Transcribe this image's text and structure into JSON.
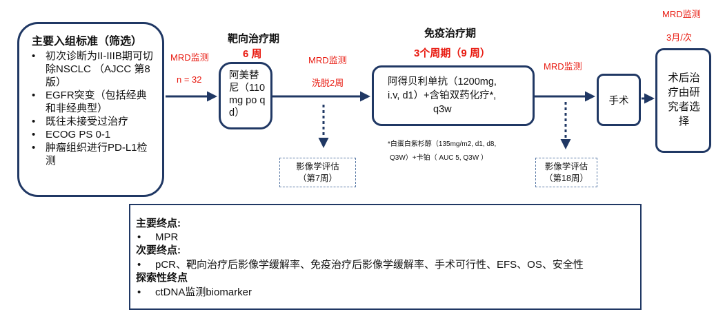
{
  "criteria": {
    "title": "主要入组标准（筛选）",
    "items": [
      "初次诊断为II-IIIB期可切除NSCLC （AJCC 第8版）",
      "EGFR突变（包括经典和非经典型）",
      "既往未接受过治疗",
      "ECOG PS 0-1",
      "肿瘤组织进行PD-L1检测"
    ]
  },
  "arrow1": {
    "label": "MRD监测",
    "n": "n = 32"
  },
  "targeted": {
    "phase_title": "靶向治疗期",
    "duration": "6 周",
    "drug": "阿美替尼（110 mg po qd）"
  },
  "arrow2": {
    "label": "MRD监测",
    "sublabel": "洗脱2周"
  },
  "imaging1": {
    "line1": "影像学评估",
    "line2": "（第7周）"
  },
  "immuno": {
    "phase_title": "免疫治疗期",
    "duration": "3个周期（9 周）",
    "drug_line1": "阿得贝利单抗（1200mg,",
    "drug_line2": "i.v, d1）+含铂双药化疗*,",
    "drug_line3": "q3w",
    "footnote_line1": "*白蛋白紫杉醇（135mg/m2, d1, d8,",
    "footnote_line2": "Q3W）+卡铂（ AUC 5, Q3W ）"
  },
  "arrow3": {
    "label": "MRD监测"
  },
  "imaging2": {
    "line1": "影像学评估",
    "line2": "（第18周）"
  },
  "surgery": {
    "label": "手术"
  },
  "postop": {
    "top_label": "MRD监测",
    "freq": "3月/次",
    "text": "术后治疗由研究者选择"
  },
  "endpoints": {
    "primary_title": "主要终点:",
    "primary_items": [
      "MPR"
    ],
    "secondary_title": "次要终点:",
    "secondary_items": [
      "pCR、靶向治疗后影像学缓解率、免疫治疗后影像学缓解率、手术可行性、EFS、OS、安全性"
    ],
    "exploratory_title": "探索性终点",
    "exploratory_items": [
      "ctDNA监测biomarker"
    ]
  },
  "colors": {
    "box_border": "#203864",
    "accent_red": "#e8190f",
    "dashed": "#5a7aa6"
  }
}
